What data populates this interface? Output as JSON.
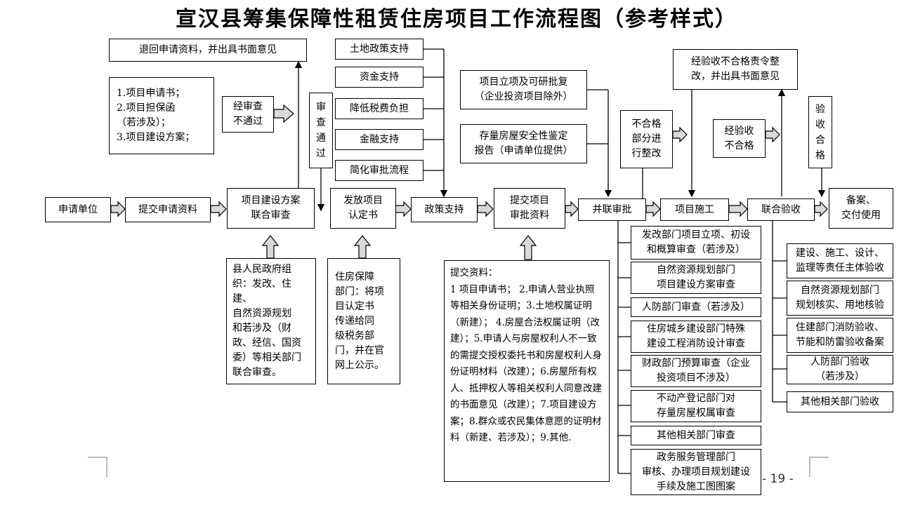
{
  "title": "宣汉县筹集保障性租赁住房项目工作流程图（参考样式）",
  "page_number": "- 19 -",
  "main_flow": {
    "applicant": "申请单位",
    "submit_materials": "提交申请资料",
    "joint_review": "项目建设方案\n联合审查",
    "issue_certificate": "发放项目\n认定书",
    "policy_support": "政策支持",
    "submit_approval": "提交项目\n审批资料",
    "parallel_approval": "并联审批",
    "construction": "项目施工",
    "joint_acceptance": "联合验收",
    "filing": "备案、\n交付使用"
  },
  "review": {
    "return_materials": "退回申请资料，并出具书面意见",
    "materials_list": "1.项目申请书；\n2.项目担保函\n（若涉及）；\n3.项目建设方案；",
    "review_failed": "经审查\n不通过",
    "review_passed": "审\n查\n通\n过"
  },
  "supports": [
    "土地政策支持",
    "资金支持",
    "降低税费负担",
    "金融支持",
    "简化审批流程"
  ],
  "approval_inputs": {
    "project_approval": "项目立项及可研批复\n（企业投资项目除外）",
    "safety_report": "存量房屋安全性鉴定\n报告（申请单位提供）"
  },
  "acceptance": {
    "rectify_partial": "不合格\n部分进\n行整改",
    "acceptance_failed": "经验收\n不合格",
    "rectify_order": "经验收不合格责令整\n改，并出具书面意见",
    "acceptance_passed": "验\n收\n合\n格"
  },
  "notes": {
    "county_govt": "县人民政府组\n织：发改、住建、\n自然资源规划\n和若涉及（财\n政、经信、国资\n委）等相关部门\n联合审查。",
    "housing_dept": "住房保障\n部门：将项\n目认定书\n传递给同\n级税务部\n门，并在官\n网上公示。",
    "submit_materials_detail": "提交资料：\n1 项目申请书； 2.申请人营业执照等相关身份证明；3.土地权属证明（新建）； 4.房屋合法权属证明（改建）；5.申请人与房屋权利人不一致的需提交授权委托书和房屋权利人身份证明材料（改建）；6.房屋所有权人、抵押权人等相关权利人同意改建的书面意见（改建）；7.项目建设方案；8.群众或农民集体意愿的证明材料（新建、若涉及）；9.其他."
  },
  "parallel_items": [
    "发改部门项目立项、初设\n和概算审查（若涉及）",
    "自然资源规划部门\n项目建设方案审查",
    "人防部门审查（若涉及）",
    "住房城乡建设部门特殊\n建设工程消防设计审查",
    "财政部门预算审查（企业\n投资项目不涉及）",
    "不动产登记部门对\n存量房屋权属审查",
    "其他相关部门审查",
    "政务服务管理部门\n审核、办理项目规划建设\n手续及施工图图案"
  ],
  "acceptance_items": [
    "建设、施工、设计、\n监理等责任主体验收",
    "自然资源规划部门\n规划核实、用地核验",
    "住建部门消防验收、\n节能和防雷验收备案",
    "人防部门验收\n（若涉及）",
    "其他相关部门验收"
  ]
}
